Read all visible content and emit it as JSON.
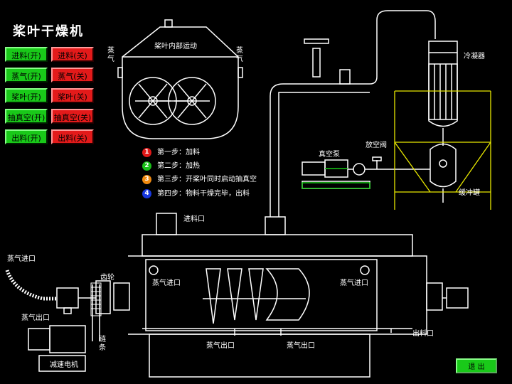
{
  "title": "桨叶干燥机",
  "controls": [
    {
      "on": "进料(开)",
      "off": "进料(关)"
    },
    {
      "on": "蒸气(开)",
      "off": "蒸气(关)"
    },
    {
      "on": "桨叶(开)",
      "off": "桨叶(关)"
    },
    {
      "on": "抽真空(开)",
      "off": "抽真空(关)"
    },
    {
      "on": "出料(开)",
      "off": "出料(关)"
    }
  ],
  "steps": [
    {
      "num": "1",
      "text": "第一步：加料",
      "color": "#e01818"
    },
    {
      "num": "2",
      "text": "第二步：加热",
      "color": "#18c018"
    },
    {
      "num": "3",
      "text": "第三步：开桨叶同时启动抽真空",
      "color": "#f08a10"
    },
    {
      "num": "4",
      "text": "第四步：物料干燥完毕，出料",
      "color": "#1838e0"
    }
  ],
  "labels": {
    "paddle_motion": "桨叶内部运动",
    "steam_left": "蒸气",
    "steam_right": "蒸气",
    "condenser": "冷凝器",
    "vacuum_pump": "真空泵",
    "vent_valve": "放空阀",
    "buffer_tank": "缓冲罐",
    "feed_inlet": "进料口",
    "steam_inlet_left": "蒸气进口",
    "gear": "齿轮",
    "steam_outlet_left": "蒸气出口",
    "chain": "链条",
    "reducer_motor": "减速电机",
    "steam_inlet_inner_left": "蒸气进口",
    "steam_inlet_inner_right": "蒸气进口",
    "steam_outlet_bottom_1": "蒸气出口",
    "steam_outlet_bottom_2": "蒸气出口",
    "discharge": "出料口"
  },
  "exit_label": "退 出",
  "colors": {
    "on": "#19c919",
    "off": "#e31a1a",
    "line": "#ffffff",
    "frame": "#e8e800"
  }
}
